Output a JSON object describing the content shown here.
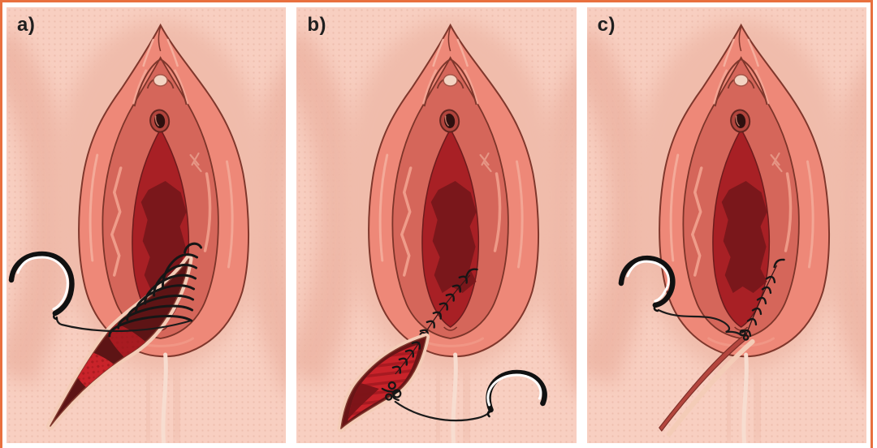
{
  "figure": {
    "border_color": "#e8703e",
    "panel_background": "#f8cfc1",
    "gutter_color": "#ffffff",
    "label_color": "#1f1f1f",
    "panels": [
      {
        "label": "a)",
        "illustration": "vulva-open-episiotomy-wound-running-suture-loops-needle-left"
      },
      {
        "label": "b)",
        "illustration": "vulva-vaginal-mucosa-sutured-open-perineal-wound-needle-right"
      },
      {
        "label": "c)",
        "illustration": "vulva-wound-closed-subcuticular-suture-needle-left"
      }
    ],
    "palette": {
      "labia_majora": "#ee8878",
      "labia_minora": "#d5665a",
      "vestibule_red": "#a82025",
      "deep_red": "#7a171b",
      "outline_brown": "#7f372c",
      "wound_dark": "#5d1415",
      "muscle_red": "#c9232a",
      "skin_edge_cream": "#f4ccb7",
      "suture_black": "#161616",
      "needle_white": "#ffffff",
      "glans_cream": "#f3d4c3",
      "raphe_light": "#f7ddd0"
    }
  }
}
